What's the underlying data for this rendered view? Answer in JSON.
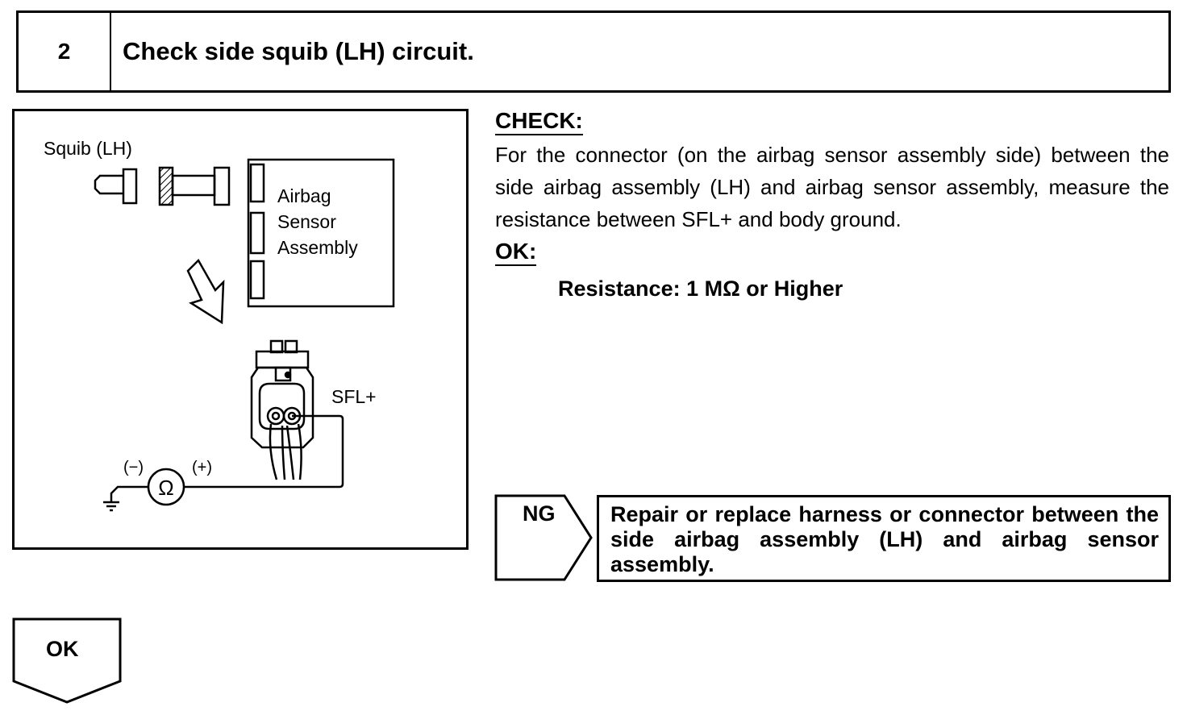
{
  "step": {
    "number": "2",
    "title": "Check side squib (LH) circuit."
  },
  "diagram": {
    "squib_label": "Squib (LH)",
    "sensor_label_lines": [
      "Airbag",
      "Sensor",
      "Assembly"
    ],
    "terminal_label": "SFL+",
    "meter_symbol": "Ω",
    "neg_label": "(−)",
    "pos_label": "(+)"
  },
  "check": {
    "heading": "CHECK:",
    "text": "For the connector (on the airbag sensor assembly side) between the side airbag assembly (LH) and airbag sensor assembly, measure the resistance between SFL+ and body ground."
  },
  "ok_spec": {
    "heading": "OK:",
    "value": "Resistance: 1 MΩ or Higher"
  },
  "ng": {
    "label": "NG",
    "action": "Repair or replace harness or connector between the side airbag assembly (LH) and airbag sensor assembly."
  },
  "ok_next": {
    "label": "OK"
  }
}
